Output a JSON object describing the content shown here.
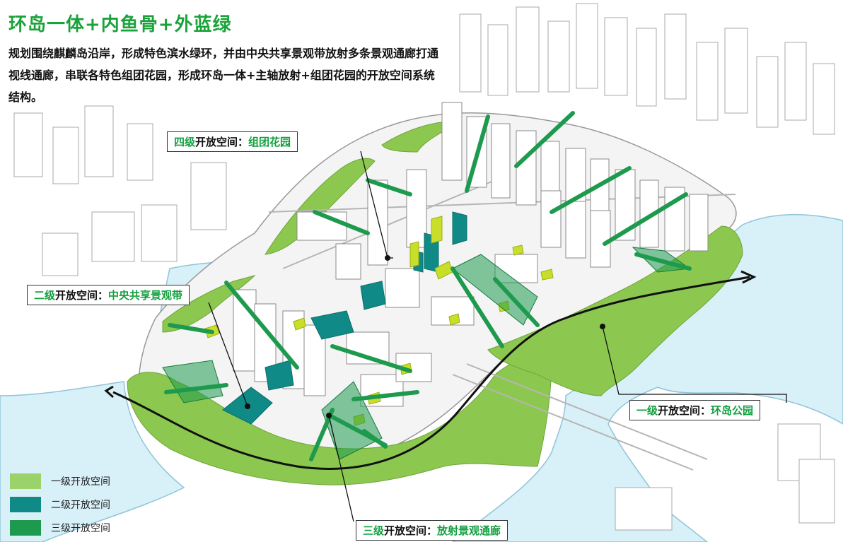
{
  "title": "环岛一体+内鱼骨+外蓝绿",
  "description": "规划围绕麒麟岛沿岸，形成特色滨水绿环，并由中央共享景观带放射多条景观通廊打通视线通廊，串联各特色组团花园，形成环岛一体+主轴放射+组团花园的开放空间系统结构。",
  "callouts": {
    "level4": {
      "level": "四级",
      "mid": "开放空间：",
      "name": "组团花园"
    },
    "level2": {
      "level": "二级",
      "mid": "开放空间：",
      "name": "中央共享景观带"
    },
    "level1": {
      "level": "一级",
      "mid": "开放空间：",
      "name": "环岛公园"
    },
    "level3": {
      "level": "三级",
      "mid": "开放空间：",
      "name": "放射景观通廊"
    }
  },
  "legend": [
    {
      "label": "一级开放空间",
      "color": "#9bd26a"
    },
    {
      "label": "二级开放空间",
      "color": "#0f8a86"
    },
    {
      "label": "三级开放空间",
      "color": "#1e9a4e"
    }
  ],
  "colors": {
    "water": "#d8f0f8",
    "park": "#8cc850",
    "teal": "#0f8a86",
    "corridor": "#1e9a4e",
    "garden": "#c8de28",
    "route": "#111111"
  }
}
